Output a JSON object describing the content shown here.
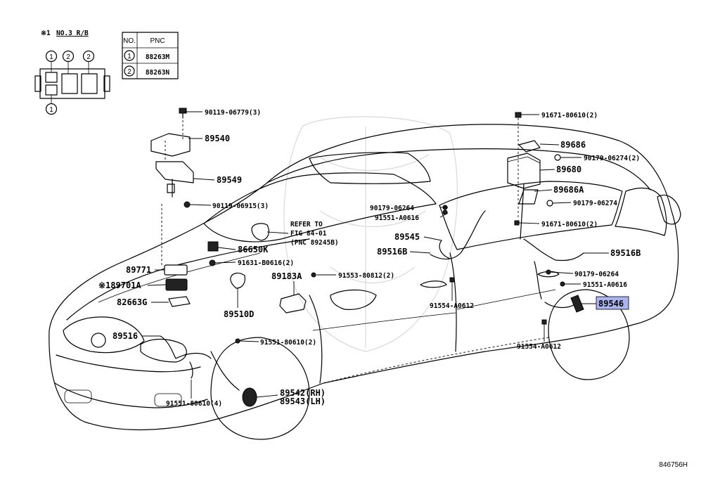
{
  "legend": {
    "note_marker": "※1",
    "note_text": "NO.3 R/B",
    "table_header_no": "NO.",
    "table_header_pnc": "PNC",
    "rows": [
      {
        "no": "1",
        "pnc": "88263M"
      },
      {
        "no": "2",
        "pnc": "88263N"
      }
    ],
    "connector_marks": [
      "1",
      "2",
      "2",
      "1"
    ]
  },
  "callouts": [
    {
      "id": "p90119-06779",
      "text": "90119-06779(3)"
    },
    {
      "id": "p89540",
      "text": "89540"
    },
    {
      "id": "p89549",
      "text": "89549"
    },
    {
      "id": "p90119-06915",
      "text": "90119-06915(3)"
    },
    {
      "id": "refer1",
      "text": "REFER TO"
    },
    {
      "id": "refer2",
      "text": "FIG 84-01"
    },
    {
      "id": "refer3",
      "text": "(PNC 89245B)"
    },
    {
      "id": "p86650K",
      "text": "86650K"
    },
    {
      "id": "p91631",
      "text": "91631-B0616(2)"
    },
    {
      "id": "p89771",
      "text": "89771"
    },
    {
      "id": "p89701A",
      "text": "※189701A"
    },
    {
      "id": "p82663G",
      "text": "82663G"
    },
    {
      "id": "p89510D",
      "text": "89510D"
    },
    {
      "id": "p89183A",
      "text": "89183A"
    },
    {
      "id": "p91553",
      "text": "91553-80812(2)"
    },
    {
      "id": "p90179-06264a",
      "text": "90179-06264"
    },
    {
      "id": "p91551-A0616a",
      "text": "91551-A0616"
    },
    {
      "id": "p89545",
      "text": "89545"
    },
    {
      "id": "p89516Ba",
      "text": "89516B"
    },
    {
      "id": "p91554a",
      "text": "91554-A0612"
    },
    {
      "id": "p89516",
      "text": "89516"
    },
    {
      "id": "p91551-80610b",
      "text": "91551-80610(2)"
    },
    {
      "id": "p91551-80610c",
      "text": "91551-80610(4)"
    },
    {
      "id": "p89542",
      "text": "89542(RH)"
    },
    {
      "id": "p89543",
      "text": "89543(LH)"
    },
    {
      "id": "p91671a",
      "text": "91671-80610(2)"
    },
    {
      "id": "p89686",
      "text": "89686"
    },
    {
      "id": "p90179-06274a",
      "text": "90179-06274(2)"
    },
    {
      "id": "p89680",
      "text": "89680"
    },
    {
      "id": "p89686A",
      "text": "89686A"
    },
    {
      "id": "p90179-06274b",
      "text": "90179-06274"
    },
    {
      "id": "p91671b",
      "text": "91671-80610(2)"
    },
    {
      "id": "p89516Bb",
      "text": "89516B"
    },
    {
      "id": "p90179-06264b",
      "text": "90179-06264"
    },
    {
      "id": "p91551-A0616b",
      "text": "91551-A0616"
    },
    {
      "id": "p89546",
      "text": "89546"
    },
    {
      "id": "p91554b",
      "text": "91554-A0612"
    }
  ],
  "highlight": {
    "part": "89546",
    "color": "#aab4ee"
  },
  "figure_id": "846756H"
}
